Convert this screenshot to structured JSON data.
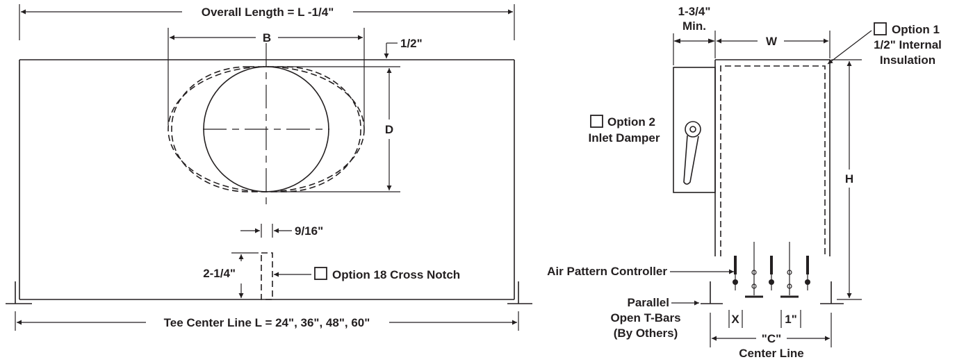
{
  "front_view": {
    "overall_length": "Overall Length = L -1/4\"",
    "dim_b": "B",
    "dim_half_inch": "1/2\"",
    "dim_d": "D",
    "dim_notch_width": "9/16\"",
    "dim_notch_height": "2-1/4\"",
    "option_18": "Option 18 Cross Notch",
    "tee_center_line": "Tee Center Line L = 24\", 36\", 48\", 60\""
  },
  "side_view": {
    "dim_min_1": "1-3/4\"",
    "dim_min_2": "Min.",
    "dim_w": "W",
    "option_1_line1": "Option 1",
    "option_1_line2": "1/2\" Internal",
    "option_1_line3": "Insulation",
    "option_2_line1": "Option 2",
    "option_2_line2": "Inlet Damper",
    "dim_h": "H",
    "air_pattern_controller": "Air Pattern Controller",
    "tbars_line1": "Parallel",
    "tbars_line2": "Open T-Bars",
    "tbars_line3": "(By Others)",
    "dim_x": "X",
    "dim_one_inch": "1\"",
    "dim_c_line1": "\"C\"",
    "dim_c_line2": "Center Line"
  }
}
